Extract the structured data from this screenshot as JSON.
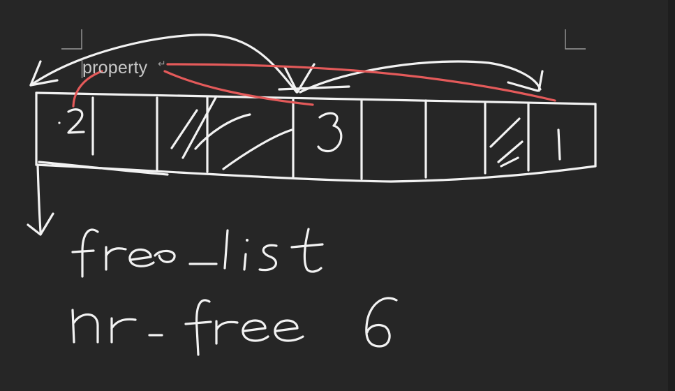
{
  "document": {
    "text_label": "property",
    "paragraph_mark": "↵"
  },
  "sketch": {
    "stroke_color": "#f2f2f2",
    "highlight_color": "#e45a5a",
    "cells": [
      {
        "mark": "2"
      },
      {
        "mark": ""
      },
      {
        "mark": "hatched"
      },
      {
        "mark": "hatched"
      },
      {
        "mark": "3"
      },
      {
        "mark": ""
      },
      {
        "mark": ""
      },
      {
        "mark": "hatched"
      },
      {
        "mark": "1"
      }
    ]
  }
}
